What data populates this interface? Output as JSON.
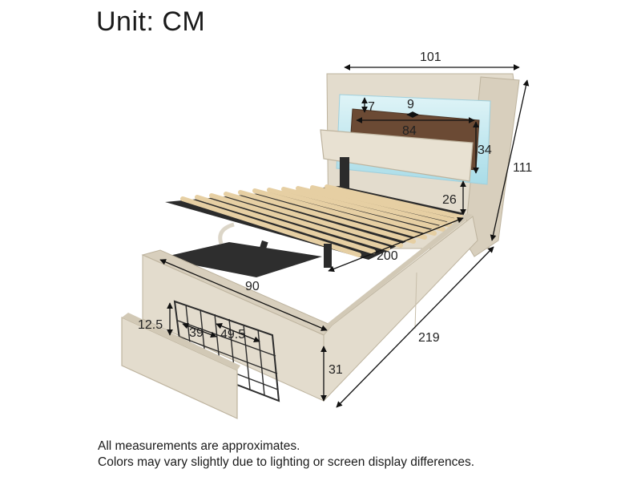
{
  "header": {
    "unit_label": "Unit: CM"
  },
  "dimensions": {
    "headboard_width": "101",
    "total_height": "111",
    "light_strip_height": "7",
    "shelf_depth": "9",
    "shelf_width": "84",
    "cushion_height": "34",
    "headboard_gap": "26",
    "mattress_length": "200",
    "mattress_width": "90",
    "overall_length": "219",
    "side_rail_height": "31",
    "drawer_height": "12.5",
    "drawer_depth": "39",
    "drawer_width": "49.5"
  },
  "colors": {
    "fabric": "#e3dccd",
    "fabric_dark": "#cfc6b3",
    "slat": "#e6cfa3",
    "frame_metal": "#2b2b2b",
    "led_glow": "#bfe6ef",
    "wood_shelf": "#6b4a34"
  },
  "footer": {
    "note_1": "All measurements are approximates.",
    "note_2": "Colors may vary slightly due to lighting or screen display differences."
  }
}
